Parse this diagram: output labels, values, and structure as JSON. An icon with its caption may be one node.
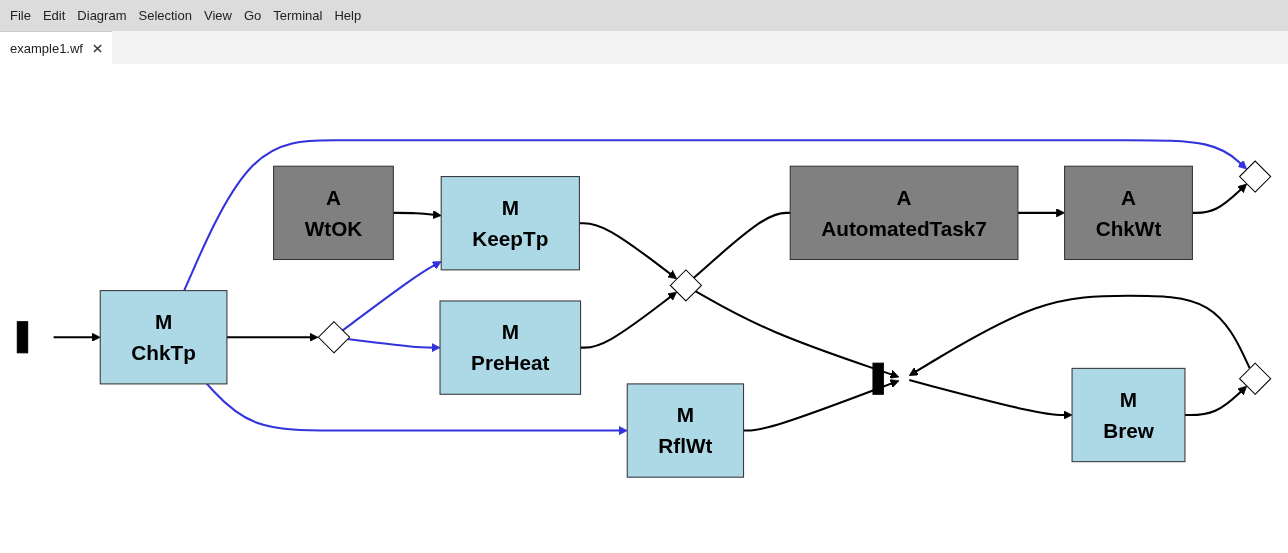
{
  "diagram": {
    "nodes": [
      {
        "text": [
          "A",
          "AutomatedTask7"
        ]
      },
      {
        "text": [
          "A",
          "ChkWt"
        ]
      },
      {
        "text": [],
        "shape": "bar"
      },
      {
        "text": [
          "M",
          "PreHeat"
        ]
      },
      {
        "text": [
          "M",
          "RflWt"
        ]
      },
      {
        "text": [
          "M",
          "ChkTp"
        ]
      },
      {
        "text": [],
        "shape": "diamond"
      },
      {
        "text": [],
        "shape": "diamond"
      },
      {
        "text": [],
        "shape": "bar"
      },
      {
        "text": [
          "M",
          "Brew"
        ]
      },
      {
        "text": [
          "M",
          "KeepTp"
        ]
      },
      {
        "text": [
          "A",
          "WtOK"
        ]
      },
      {
        "text": [],
        "shape": "diamond"
      },
      {
        "text": [],
        "shape": "diamond"
      }
    ],
    "edges": [
      {
        "from": 1,
        "to": 12,
        "arrow": "to"
      },
      {
        "from": 7,
        "to": 0,
        "arrow": "none"
      },
      {
        "from": 0,
        "to": 1,
        "arrow": "to"
      },
      {
        "from": 2,
        "to": 5,
        "arrow": "to"
      },
      {
        "from": 5,
        "to": 6,
        "arrow": "to"
      },
      {
        "from": 5,
        "to": 4,
        "arrow": "to",
        "color": "#3333dd"
      },
      {
        "from": 5,
        "to": 12,
        "arrow": "to",
        "color": "#3333dd"
      },
      {
        "from": 6,
        "to": 3,
        "arrow": "to",
        "color": "#3333dd"
      },
      {
        "from": 6,
        "to": 10,
        "arrow": "to",
        "color": "#3333dd"
      },
      {
        "from": 3,
        "to": 7,
        "arrow": "to"
      },
      {
        "from": 10,
        "to": 7,
        "arrow": "to"
      },
      {
        "from": 4,
        "to": 8,
        "arrow": "to"
      },
      {
        "from": 7,
        "to": 8,
        "arrow": "to"
      },
      {
        "from": 8,
        "to": 9,
        "arrow": "to"
      },
      {
        "from": 9,
        "to": 13,
        "arrow": "to"
      },
      {
        "from": 13,
        "to": 8,
        "arrow": "to"
      },
      {
        "from": 11,
        "to": 10,
        "arrow": "to"
      }
    ],
    "labels": [
      "File",
      "Edit",
      "Diagram",
      "Selection",
      "View",
      "Go",
      "Terminal",
      "Help",
      "example1.wf"
    ]
  }
}
